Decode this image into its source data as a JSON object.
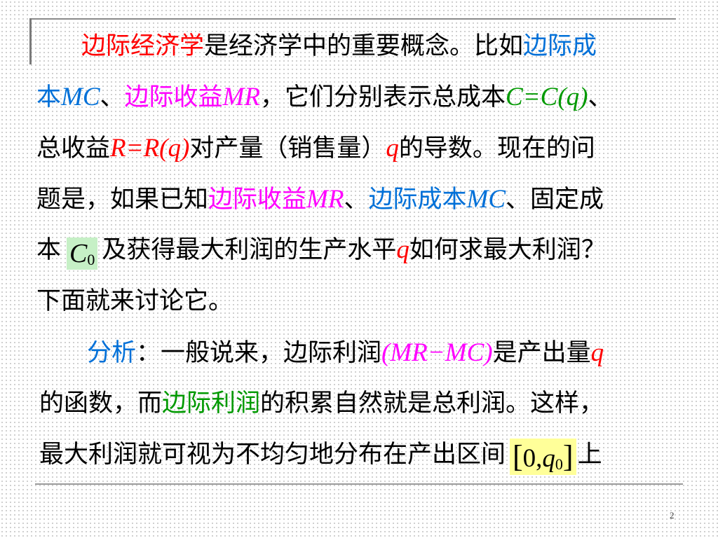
{
  "slide": {
    "p1": {
      "l1": [
        "边际经济学",
        "是经济学中的重要概念。比如",
        "边际成"
      ],
      "l2": [
        "本",
        "MC",
        "、",
        "边际收益",
        "MR",
        "，它们分别表示总成本",
        "C=C(q)",
        "、"
      ],
      "l3": [
        "总收益",
        "R=R(q)",
        "对产量（销售量）",
        "q",
        "的导数。现在的问"
      ],
      "l4": [
        "题是，如果已知",
        "边际收益",
        "MR",
        "、",
        "边际成本",
        "MC",
        "、固定成"
      ],
      "l5": [
        "本",
        "C",
        "0",
        "及获得最大利润的生产水平",
        "q",
        "如何求最大利润？"
      ],
      "l6": [
        "下面就来讨论它。"
      ]
    },
    "p2": {
      "l1": [
        "分析",
        "：一般说来，边际利润",
        "(MR−MC)",
        "是产出量",
        "q"
      ],
      "l2": [
        "的函数，而",
        "边际利润",
        "的积累自然就是总利润。这样，"
      ],
      "l3": [
        "最大利润就可视为不均匀地分布在产出区间",
        "[",
        "0,",
        "q",
        "0",
        "]",
        "上"
      ]
    },
    "page_number": "2"
  },
  "colors": {
    "red": "#ff0000",
    "magenta": "#ff00ff",
    "blue": "#0070d8",
    "green": "#009900",
    "c0_highlight": "#c6f0c6",
    "interval_highlight": "#ffff99"
  }
}
